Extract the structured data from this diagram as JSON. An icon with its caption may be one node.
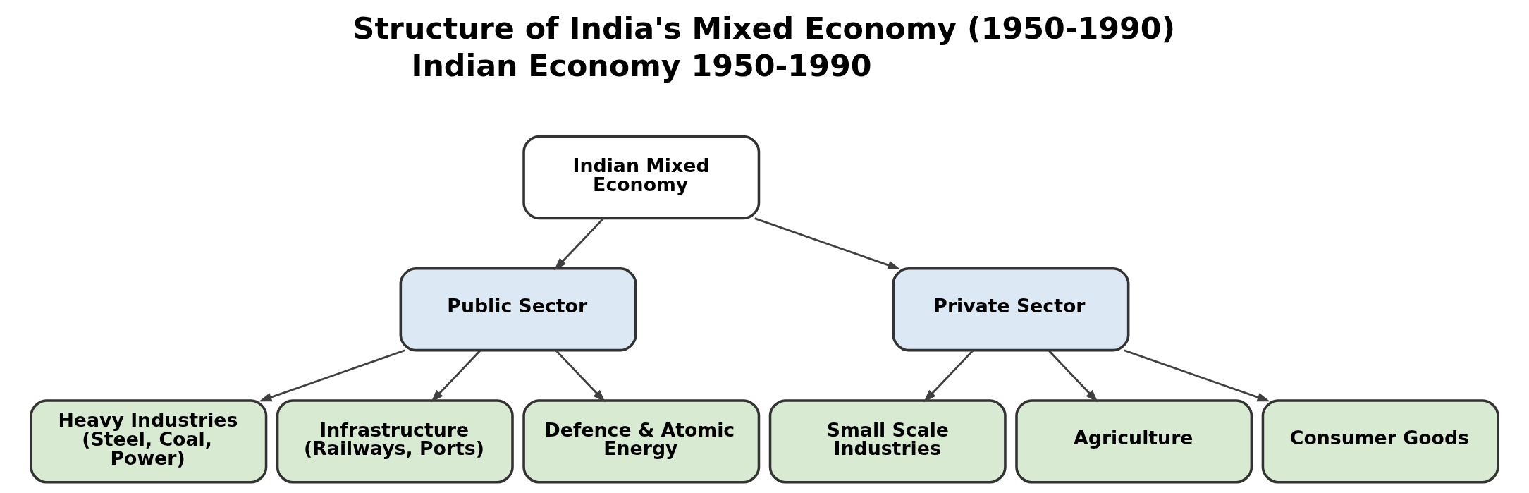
{
  "diagram": {
    "title": "Structure of India's Mixed Economy (1950-1990)",
    "nodes": [
      {
        "text": [
          "Indian Mixed Economy"
        ]
      },
      {
        "text": [
          "Public Sector"
        ]
      },
      {
        "text": [
          "Private Sector"
        ]
      },
      {
        "text": [
          "Heavy Industries (Steel, Coal, Power)"
        ]
      },
      {
        "text": [
          "Infrastructure (Railways, Ports)"
        ]
      },
      {
        "text": [
          "Defence & Atomic Energy"
        ]
      },
      {
        "text": [
          "Small Scale Industries"
        ]
      },
      {
        "text": [
          "Agriculture"
        ]
      },
      {
        "text": [
          "Consumer Goods"
        ]
      }
    ],
    "edges": [
      {
        "from": 0,
        "to": 1,
        "arrow": "to"
      },
      {
        "from": 0,
        "to": 2,
        "arrow": "to"
      },
      {
        "from": 1,
        "to": 3,
        "arrow": "to"
      },
      {
        "from": 1,
        "to": 4,
        "arrow": "to"
      },
      {
        "from": 1,
        "to": 5,
        "arrow": "to"
      },
      {
        "from": 2,
        "to": 6,
        "arrow": "to"
      },
      {
        "from": 2,
        "to": 7,
        "arrow": "to"
      },
      {
        "from": 2,
        "to": 8,
        "arrow": "to"
      }
    ],
    "labels": [
      "Indian Economy 1950-1990"
    ]
  }
}
